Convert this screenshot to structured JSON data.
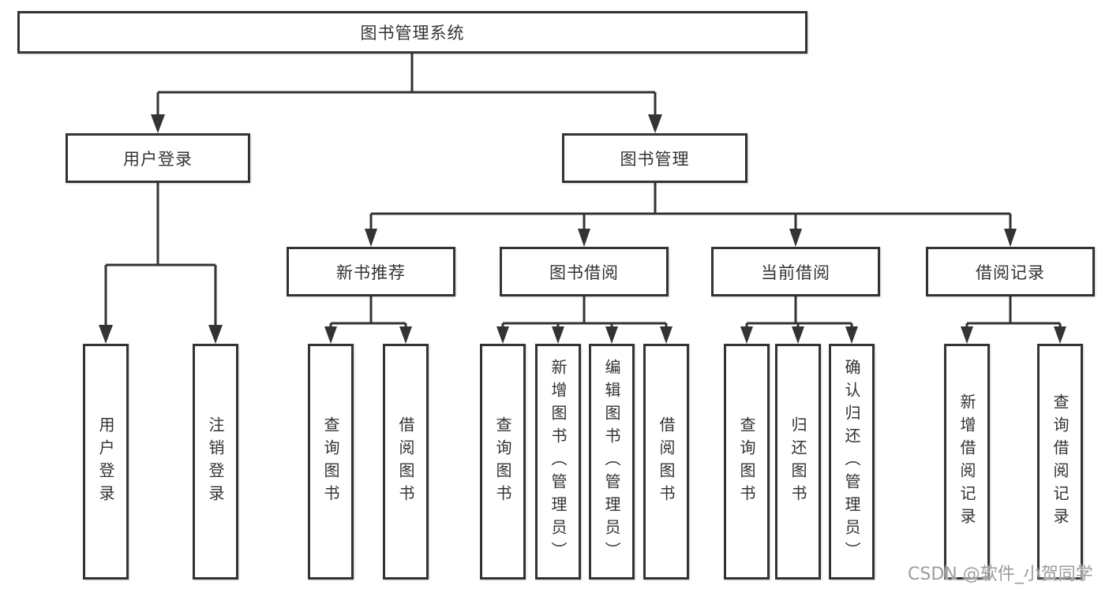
{
  "diagram": {
    "tree": {
      "label": "图书管理系统",
      "children": [
        {
          "label": "用户登录",
          "children": [
            {
              "label": "用户登录"
            },
            {
              "label": "注销登录"
            }
          ]
        },
        {
          "label": "图书管理",
          "children": [
            {
              "label": "新书推荐",
              "children": [
                {
                  "label": "查询图书"
                },
                {
                  "label": "借阅图书"
                }
              ]
            },
            {
              "label": "图书借阅",
              "children": [
                {
                  "label": "查询图书"
                },
                {
                  "label": "新增图书（管理员）"
                },
                {
                  "label": "编辑图书（管理员）"
                },
                {
                  "label": "借阅图书"
                }
              ]
            },
            {
              "label": "当前借阅",
              "children": [
                {
                  "label": "查询图书"
                },
                {
                  "label": "归还图书"
                },
                {
                  "label": "确认归还（管理员）"
                }
              ]
            },
            {
              "label": "借阅记录",
              "children": [
                {
                  "label": "新增借阅记录"
                },
                {
                  "label": "查询借阅记录"
                }
              ]
            }
          ]
        }
      ]
    }
  },
  "watermark": {
    "text": "CSDN @软件_小贺同学"
  },
  "colors": {
    "line": "#333333",
    "text": "#333333",
    "background": "#ffffff",
    "watermark": "#9c9c9c"
  }
}
